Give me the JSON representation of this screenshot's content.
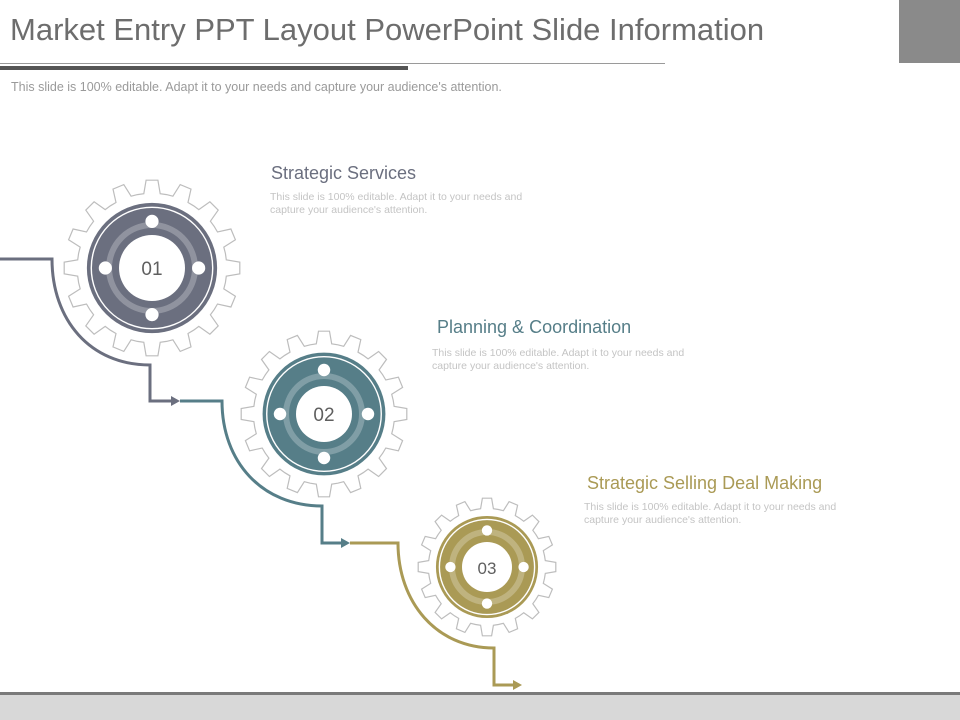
{
  "header": {
    "title": "Market Entry PPT Layout PowerPoint Slide Information",
    "subtitle": "This slide is 100% editable. Adapt it to your needs and capture your audience's attention."
  },
  "steps": [
    {
      "number": "01",
      "heading": "Strategic Services",
      "description": "This slide is 100% editable. Adapt it to your needs and capture your audience's attention.",
      "color": "#6b6f7f"
    },
    {
      "number": "02",
      "heading": "Planning  & Coordination",
      "description": "This slide is 100% editable. Adapt it to your needs and capture your audience's attention.",
      "color": "#567e88"
    },
    {
      "number": "03",
      "heading": "Strategic Selling  Deal Making",
      "description": "This slide is 100% editable. Adapt it to your needs and capture your audience's attention.",
      "color": "#aa9a55"
    }
  ]
}
